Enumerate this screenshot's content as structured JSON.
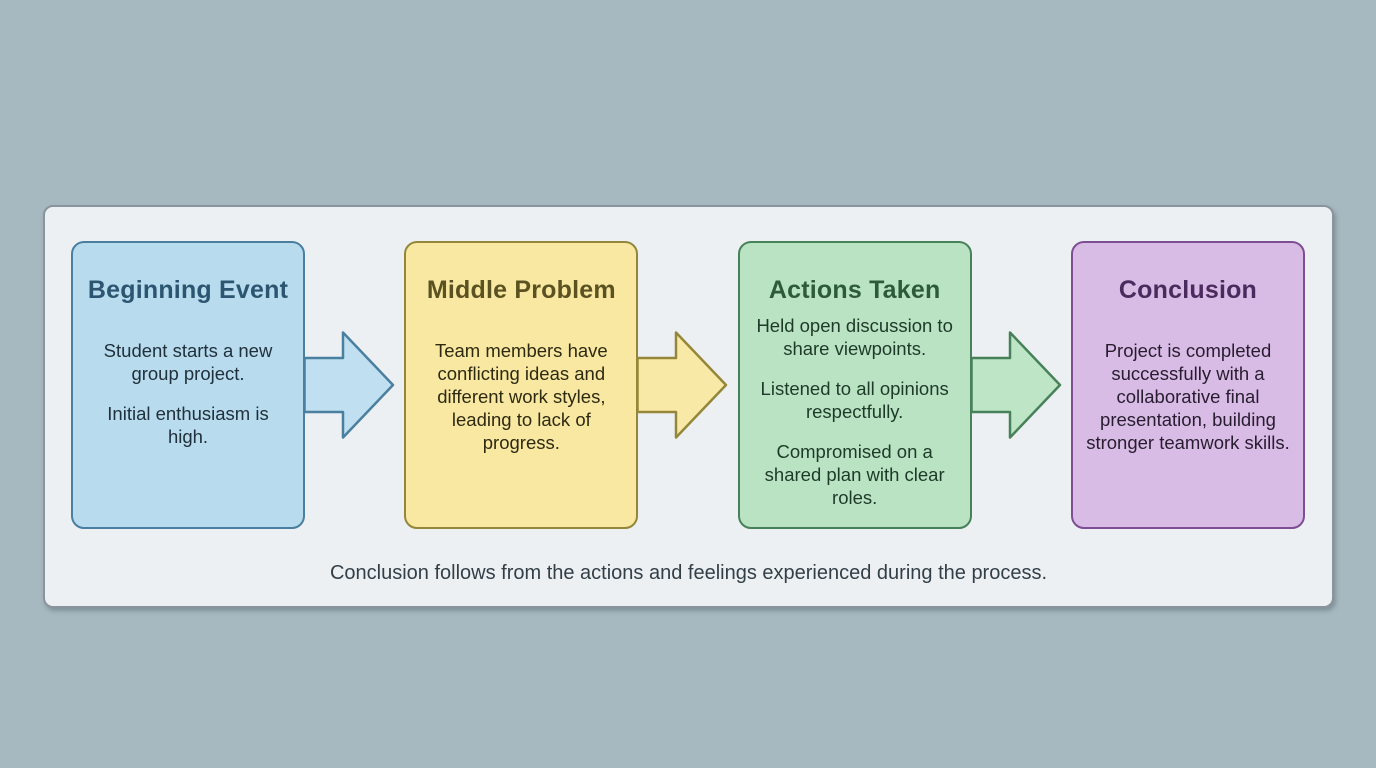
{
  "colors": {
    "background": "#a7b9c0",
    "panel_bg": "#edf0f3",
    "panel_border": "#8a949c",
    "caption_color": "#333f47"
  },
  "caption": "Conclusion follows from the actions and feelings experienced during the process.",
  "boxes": [
    {
      "title": "Beginning Event",
      "title_color": "#2b5570",
      "text_color": "#20303c",
      "fill": "#b8dcee",
      "border": "#4a7fa0",
      "paragraphs": [
        "Student starts a new group project.",
        "Initial enthusiasm is high."
      ]
    },
    {
      "title": "Middle Problem",
      "title_color": "#5a5220",
      "text_color": "#2e2a12",
      "fill": "#f8e8a2",
      "border": "#958739",
      "paragraphs": [
        "Team members have conflicting ideas and different work styles, leading to lack of progress."
      ]
    },
    {
      "title": "Actions Taken",
      "title_color": "#2d5a38",
      "text_color": "#1d3a28",
      "fill": "#bae3c3",
      "border": "#47815a",
      "paragraphs": [
        "Held open discussion to share viewpoints.",
        "Listened to all opinions respectfully.",
        "Compromised on a shared plan with clear roles."
      ]
    },
    {
      "title": "Conclusion",
      "title_color": "#4b2a5e",
      "text_color": "#271c30",
      "fill": "#d9bce5",
      "border": "#7e4e95",
      "paragraphs": [
        "Project is completed successfully with a collaborative final presentation, building stronger teamwork skills."
      ]
    }
  ],
  "arrows": [
    {
      "fill": "#c0e0f1",
      "stroke": "#4a7fa0"
    },
    {
      "fill": "#f9e9a6",
      "stroke": "#958739"
    },
    {
      "fill": "#bde5c6",
      "stroke": "#47815a"
    }
  ]
}
